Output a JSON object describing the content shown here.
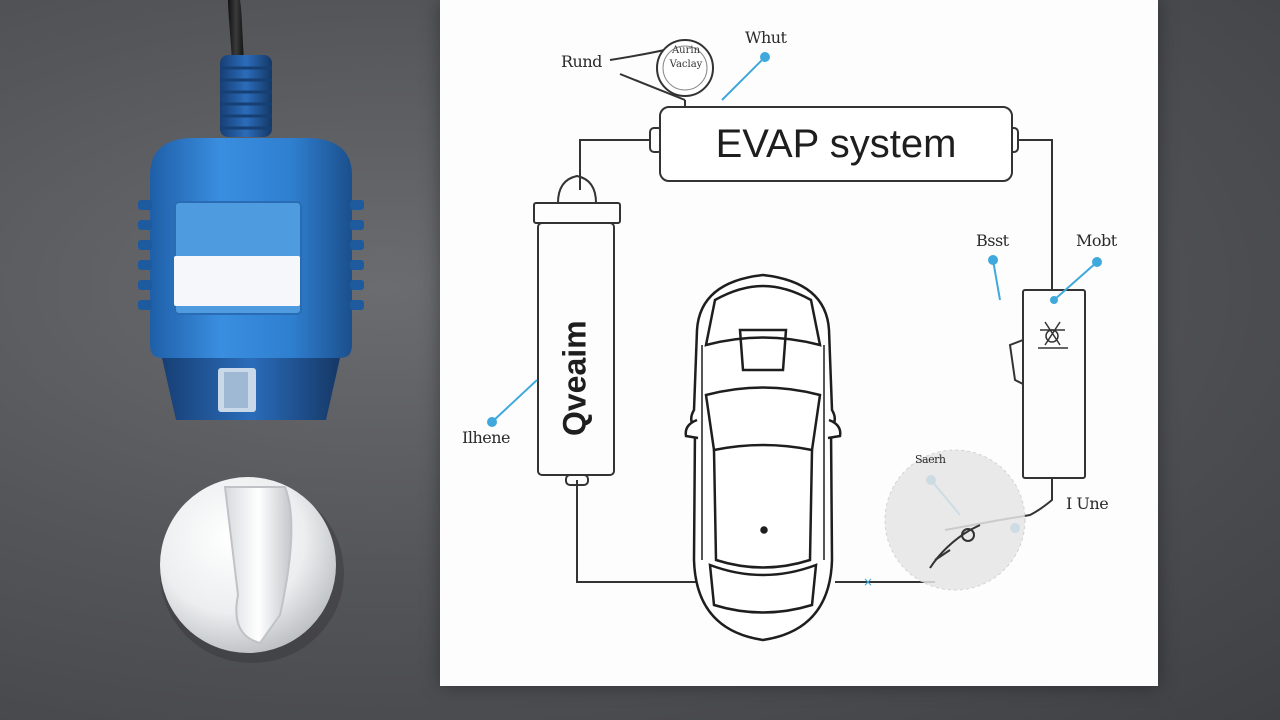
{
  "diagram": {
    "title": "EVAP system",
    "canister_label": "Qveaim",
    "dial_label_1": "Aurin",
    "dial_label_2": "Vaclay",
    "labels": {
      "top_left": "Rund",
      "top_right": "Whut",
      "right_upper_left": "Bsst",
      "right_upper_right": "Mobt",
      "left_mid": "Ilhene",
      "bottom_right_top": "Saerh",
      "bottom_right": "I Une"
    }
  },
  "colors": {
    "accent": "#3fa8dd",
    "tool_blue": "#2f7fd0",
    "background": "#55565a",
    "paper": "#fdfdfd"
  },
  "icons": {
    "tool": "obd-scanner-icon",
    "cap": "fuel-cap-icon",
    "car": "car-topview-icon"
  }
}
